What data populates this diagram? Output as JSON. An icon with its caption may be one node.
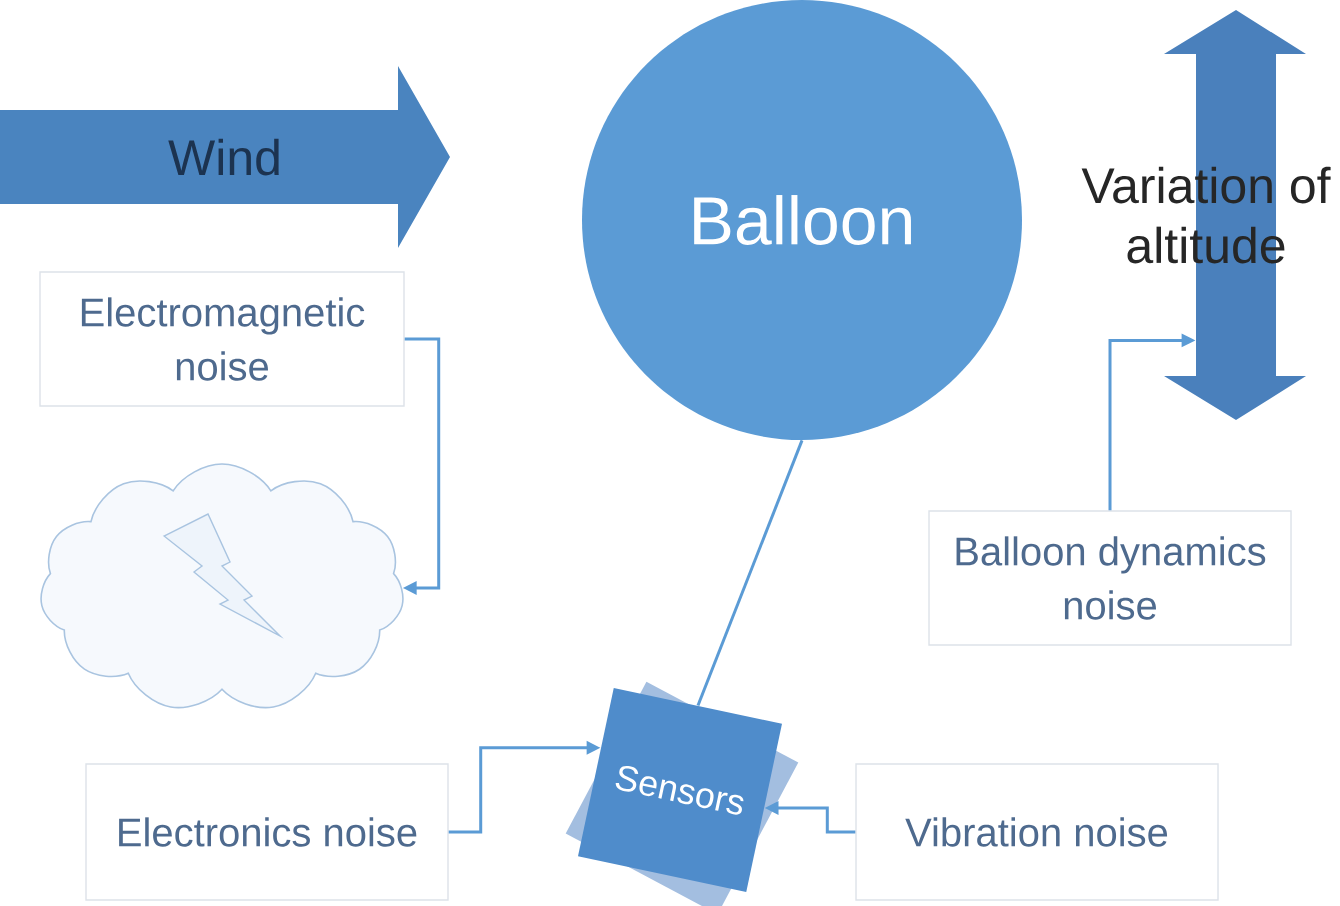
{
  "diagram": {
    "nodes": [
      {
        "text": [
          "Wind"
        ]
      },
      {
        "text": [
          "Balloon"
        ]
      },
      {
        "text": [
          "Variation of altitude"
        ]
      },
      {
        "text": [
          "Electromagnetic noise"
        ]
      },
      {
        "text": [],
        "shape": "cloud"
      },
      {
        "text": [
          "Balloon dynamics noise"
        ]
      },
      {
        "text": [
          "Electronics noise"
        ]
      },
      {
        "text": [
          "Sensors"
        ]
      },
      {
        "text": [
          "Vibration noise"
        ]
      }
    ],
    "edges": [
      {
        "from": 3,
        "to": 4,
        "arrow": "to"
      },
      {
        "from": 5,
        "to": 2,
        "arrow": "to"
      },
      {
        "from": 1,
        "to": 7,
        "arrow": "none"
      },
      {
        "from": 6,
        "to": 7,
        "arrow": "to"
      },
      {
        "from": 8,
        "to": 7,
        "arrow": "to"
      }
    ]
  }
}
